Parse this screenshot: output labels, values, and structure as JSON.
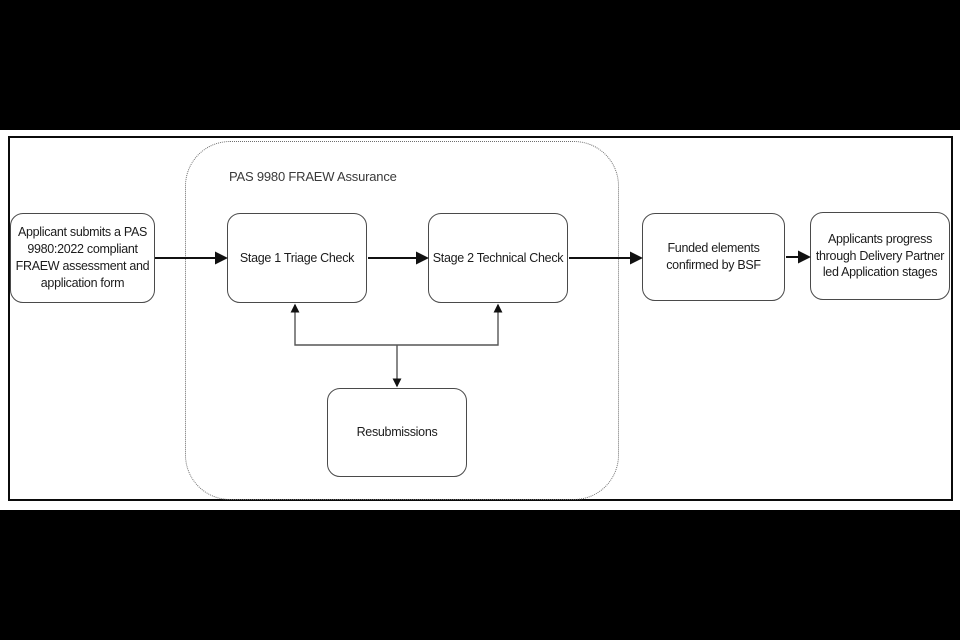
{
  "diagram": {
    "assurance_label": "PAS 9980 FRAEW Assurance",
    "nodes": {
      "applicant": "Applicant submits a PAS 9980:2022 compliant FRAEW assessment and application form",
      "stage1": "Stage 1 Triage Check",
      "stage2": "Stage 2 Technical Check",
      "funded": "Funded elements confirmed by BSF",
      "progress": "Applicants progress through Delivery Partner led Application stages",
      "resubmissions": "Resubmissions"
    },
    "edges": [
      {
        "from": "applicant",
        "to": "stage1"
      },
      {
        "from": "stage1",
        "to": "stage2"
      },
      {
        "from": "stage2",
        "to": "funded"
      },
      {
        "from": "funded",
        "to": "progress"
      },
      {
        "from": "resubmissions-junction",
        "to": "stage1"
      },
      {
        "from": "resubmissions-junction",
        "to": "stage2"
      },
      {
        "from": "resubmissions-junction",
        "to": "resubmissions"
      }
    ],
    "colors": {
      "letterbox": "#000000",
      "frame_border": "#0b0b0b",
      "box_border": "#4a4a4a",
      "dashed_border": "#6e6e6e",
      "arrow": "#111111",
      "connector": "#555555",
      "text": "#1c1c1c",
      "background": "#ffffff"
    }
  }
}
